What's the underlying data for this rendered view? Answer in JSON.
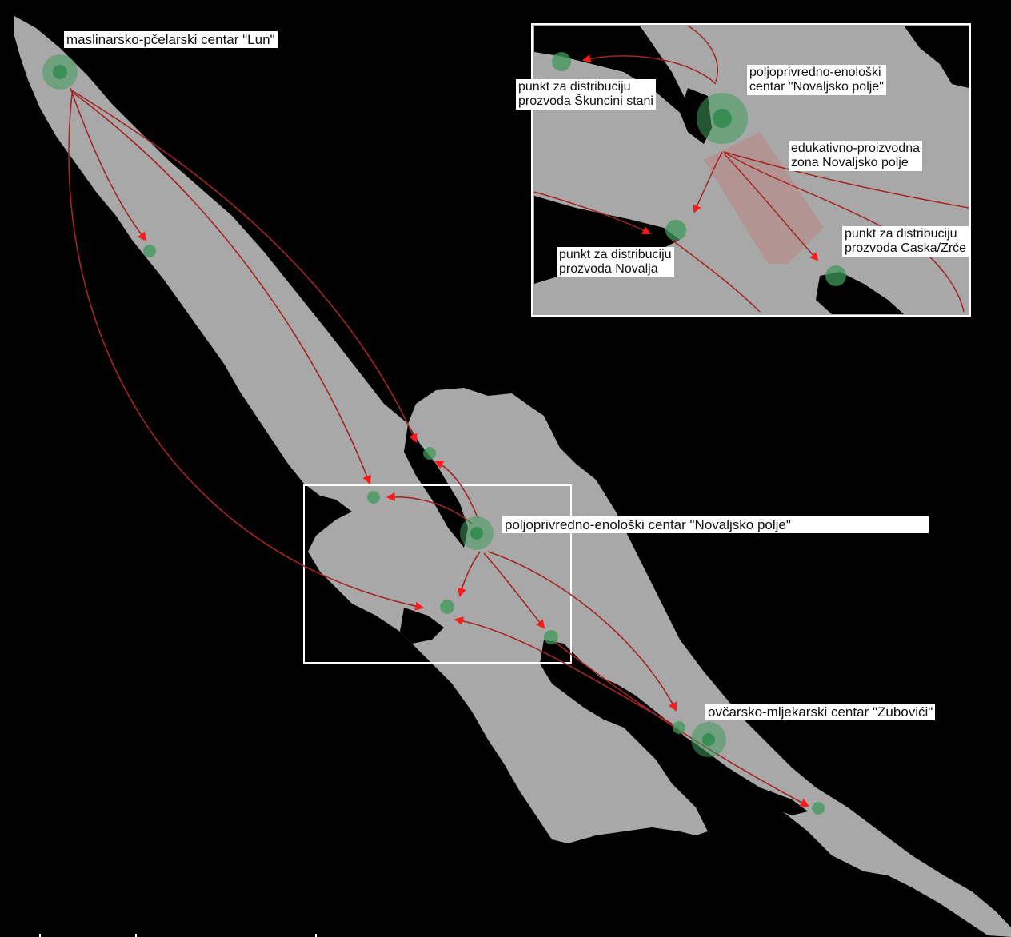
{
  "map": {
    "colors": {
      "background": "#000000",
      "land": "#a9a8a8",
      "route": "#a52525",
      "arrow": "#ff1a1a",
      "node": "#3f9a5c",
      "zone": "#b68e8c",
      "frame": "#ffffff"
    },
    "labels": {
      "lun": "maslinarsko-pčelarski centar \"Lun\"",
      "novalja_center": "poljoprivredno-enološki centar \"Novaljsko polje\"",
      "zubovici": "ovčarsko-mljekarski centar \"Zubovići\""
    },
    "inset": {
      "center": "poljoprivredno-enološki\ncentar \"Novaljsko polje\"",
      "skuncini": "punkt za distribuciju\nprozvoda Škuncini stani",
      "zone": "edukativno-proizvodna\nzona Novaljsko polje",
      "caska": "punkt za distribuciju\nprozvoda Caska/Zrće",
      "novalja": "punkt za distribuciju\nprozvoda Novalja"
    }
  }
}
